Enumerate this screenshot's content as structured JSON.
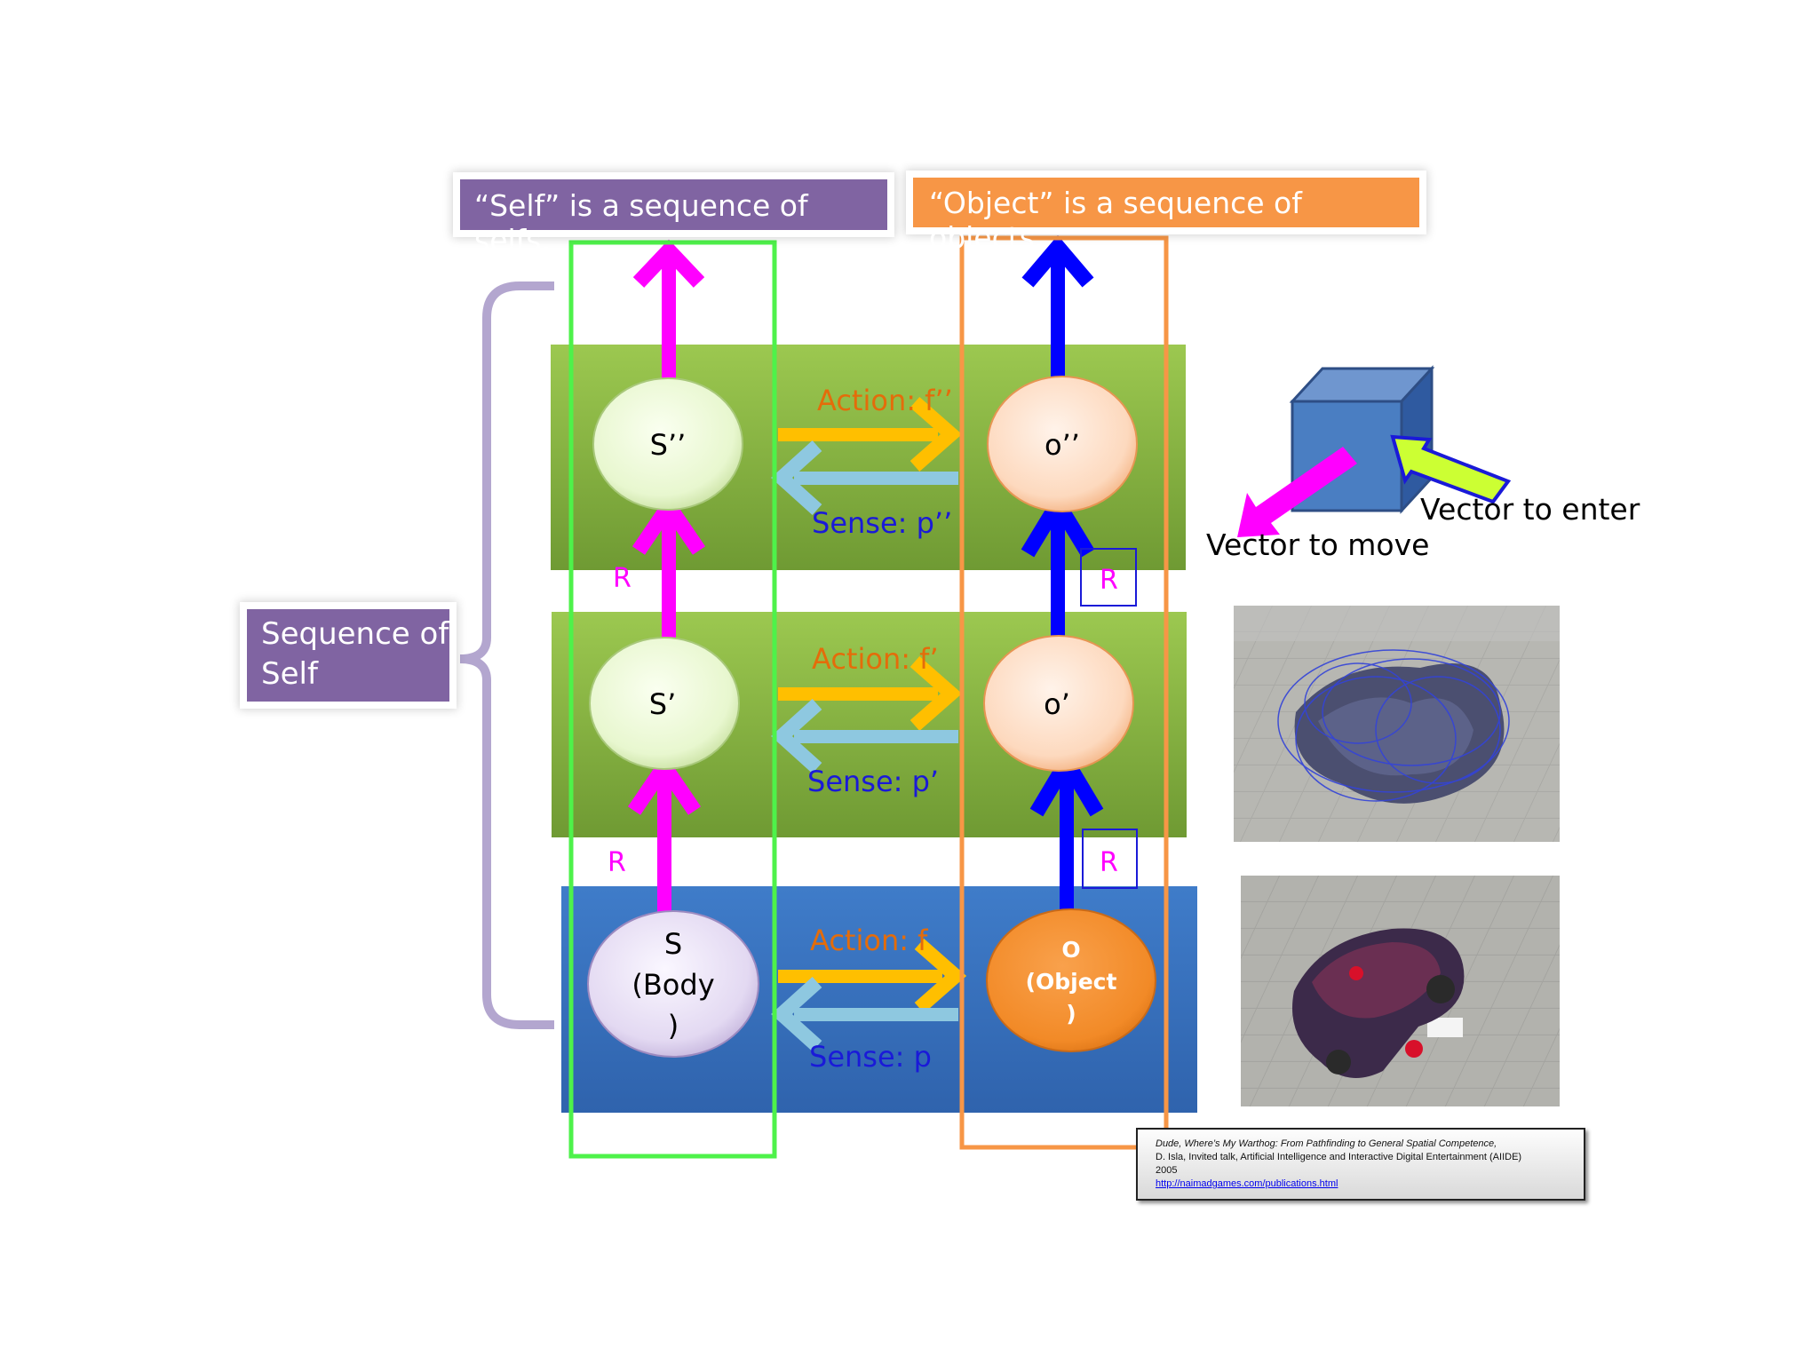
{
  "header": {
    "self_title": "“Self” is a sequence of selfs.",
    "object_title": "“Object” is a sequence of objects."
  },
  "sidebar": {
    "sequence_label_line1": "Sequence of",
    "sequence_label_line2": "Self"
  },
  "layers": {
    "top": {
      "self_node": "S’’",
      "object_node": "o’’",
      "action": "Action: f’’",
      "sense": "Sense: p’’"
    },
    "middle": {
      "self_node": "S’",
      "object_node": "o’",
      "action": "Action: f’",
      "sense": "Sense: p’"
    },
    "bottom": {
      "self_node_line1": "S",
      "self_node_line2": "(Body",
      "self_node_line3": ")",
      "object_node_line1": "O",
      "object_node_line2": "(Object",
      "object_node_line3": ")",
      "action": "Action: f",
      "sense": "Sense: p"
    }
  },
  "relations": {
    "self_r_upper": "R",
    "self_r_lower": "R",
    "object_r_upper": "R",
    "object_r_lower": "R"
  },
  "vectors": {
    "enter_label": "Vector to enter",
    "move_label": "Vector to move"
  },
  "citation": {
    "title": "Dude, Where’s My Warthog: From Pathfinding to General Spatial Competence,",
    "authors": "D. Isla, Invited talk, Artificial Intelligence and Interactive Digital Entertainment (AIIDE)",
    "year": "2005",
    "link": "http://naimadgames.com/publications.html"
  },
  "colors": {
    "self_title_bg": "#8064a2",
    "object_title_bg": "#f79646",
    "layer_green": "#8ab545",
    "layer_blue": "#3a73bd",
    "self_arrow": "#ff00ff",
    "object_arrow": "#0000ff",
    "action_arrow": "#ffbf00",
    "sense_arrow": "#8ec8e0",
    "action_text": "#e46c0a",
    "sense_text": "#1a1ad8"
  }
}
